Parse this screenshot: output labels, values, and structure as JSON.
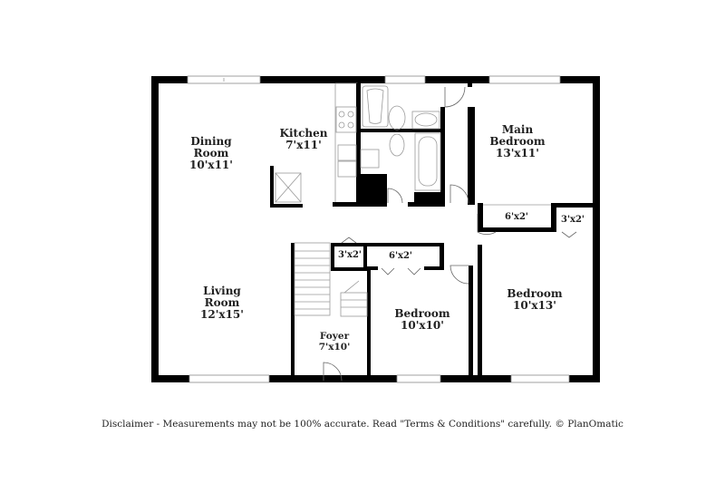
{
  "floor_plan": {
    "rooms": [
      {
        "id": "dining-room",
        "name": "Dining\nRoom",
        "line1": "Dining",
        "line2": "Room",
        "dims": "10'x11'"
      },
      {
        "id": "kitchen",
        "line1": "Kitchen",
        "dims": "7'x11'"
      },
      {
        "id": "main-bedroom",
        "line1": "Main",
        "line2": "Bedroom",
        "dims": "13'x11'"
      },
      {
        "id": "living-room",
        "line1": "Living",
        "line2": "Room",
        "dims": "12'x15'"
      },
      {
        "id": "foyer",
        "line1": "Foyer",
        "dims": "7'x10'"
      },
      {
        "id": "bedroom-2",
        "line1": "Bedroom",
        "dims": "10'x10'"
      },
      {
        "id": "bedroom-3",
        "line1": "Bedroom",
        "dims": "10'x13'"
      }
    ],
    "closets": [
      {
        "id": "main-bedroom-closet",
        "dims": "6'x2'"
      },
      {
        "id": "hall-closet-right",
        "dims": "3'x2'"
      },
      {
        "id": "foyer-closet",
        "dims": "3'x2'"
      },
      {
        "id": "bedroom-2-closet",
        "dims": "6'x2'"
      }
    ],
    "colors": {
      "wall": "#000000",
      "fixture": "#9a9a9a",
      "background": "#ffffff",
      "text": "#222222"
    }
  },
  "footer": {
    "disclaimer": "Disclaimer - Measurements may not be 100% accurate. Read \"Terms & Conditions\" carefully. © PlanOmatic"
  }
}
